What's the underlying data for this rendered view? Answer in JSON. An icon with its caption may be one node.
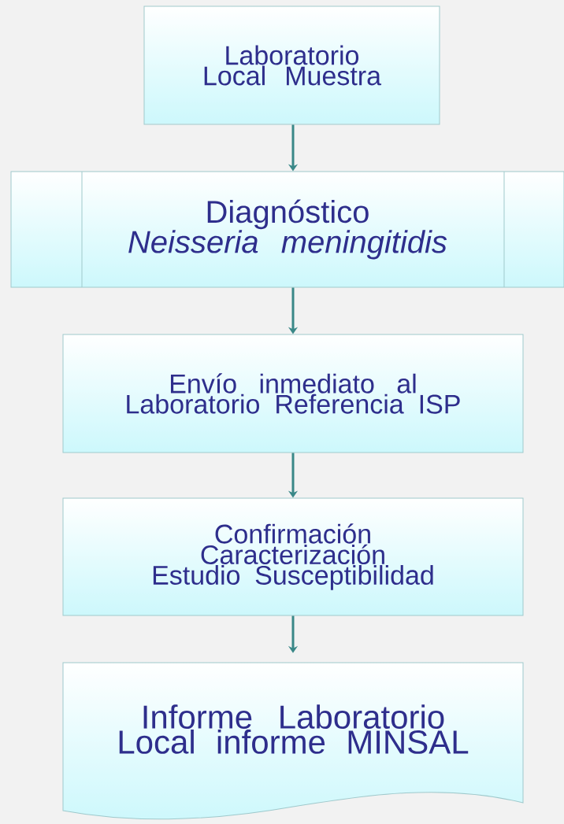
{
  "diagram": {
    "nodes": [
      {
        "text": [
          "Laboratorio Local Muestra"
        ]
      },
      {
        "text": [
          "Diagnóstico",
          "Neisseria meningitidis"
        ]
      },
      {
        "text": [
          "Envío inmediato al Laboratorio Referencia ISP"
        ]
      },
      {
        "text": [
          "Confirmación Caracterización Estudio Susceptibilidad"
        ]
      },
      {
        "text": [
          "Informe Laboratorio Local informe MINSAL"
        ]
      }
    ],
    "edges": [
      {
        "from": 0,
        "to": 1,
        "arrow": "to"
      },
      {
        "from": 1,
        "to": 2,
        "arrow": "to"
      },
      {
        "from": 2,
        "to": 3,
        "arrow": "to"
      },
      {
        "from": 3,
        "to": 4,
        "arrow": "to"
      }
    ]
  }
}
